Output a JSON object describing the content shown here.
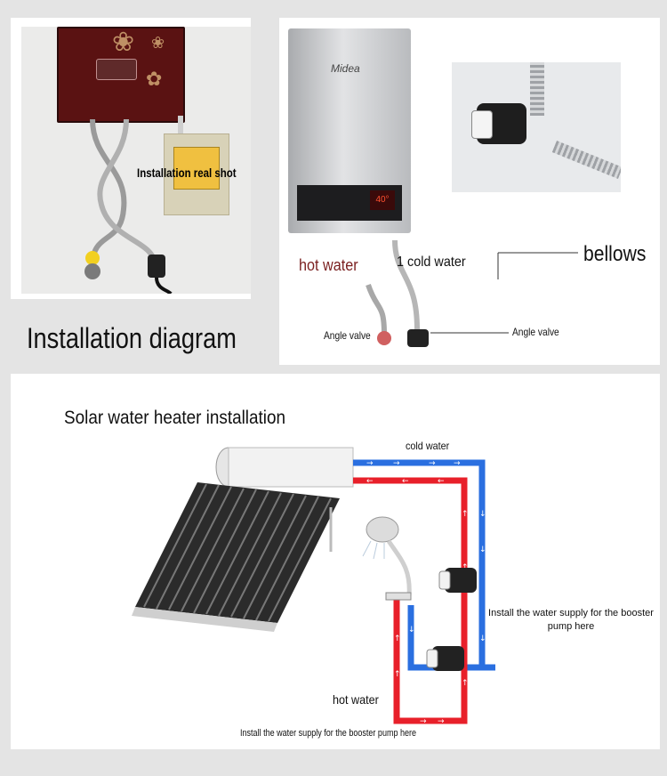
{
  "photo": {
    "caption": "Installation real shot",
    "title": "Installation diagram"
  },
  "heater": {
    "brand": "Midea",
    "display": "40°",
    "label_hot_water": "hot water",
    "label_cold_water": "1 cold water",
    "label_bellows": "bellows",
    "label_angle_valve_left": "Angle valve",
    "label_angle_valve_right": "Angle valve"
  },
  "solar": {
    "title": "Solar water heater installation",
    "label_cold_water": "cold water",
    "label_hot_water": "hot water",
    "booster_note_right": "Install the water supply for the booster pump here",
    "booster_note_bottom": "Install the water supply for the booster pump here"
  },
  "colors": {
    "hot_pipe": "#e8202a",
    "cold_pipe": "#2a6fe0",
    "heater_red": "#7a1414",
    "panel_bg": "#ffffff",
    "page_bg": "#e4e4e4"
  },
  "icons": [
    "flower-icon",
    "pump-icon",
    "shower-head-icon",
    "faucet-icon",
    "arrow-icon"
  ]
}
